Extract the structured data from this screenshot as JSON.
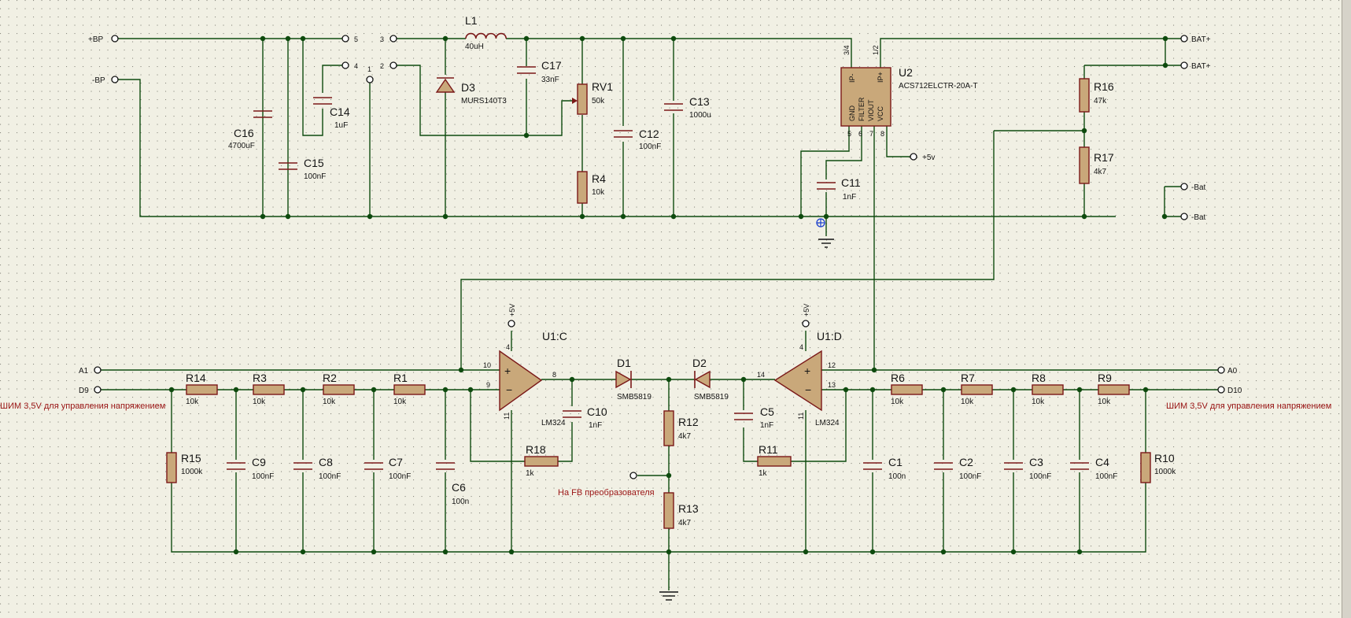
{
  "schematic": {
    "terminals": {
      "plus_bp": "+BP",
      "minus_bp": "-BP",
      "t5": "5",
      "t4": "4",
      "t3": "3",
      "t2": "2",
      "t1": "1",
      "bat_plus_1": "BAT+",
      "bat_plus_2": "BAT+",
      "bat_minus_1": "-Bat",
      "bat_minus_2": "-Bat",
      "a1": "A1",
      "d9": "D9",
      "a0": "A0",
      "d10": "D10",
      "plus5v_u2": "+5v",
      "plus5v_op1": "+5V",
      "plus5v_op2": "+5V"
    },
    "components": {
      "L1": {
        "ref": "L1",
        "value": "40uH"
      },
      "D3": {
        "ref": "D3",
        "value": "MURS140T3"
      },
      "C17": {
        "ref": "C17",
        "value": "33nF"
      },
      "RV1": {
        "ref": "RV1",
        "value": "50k"
      },
      "R4": {
        "ref": "R4",
        "value": "10k"
      },
      "C12": {
        "ref": "C12",
        "value": "100nF"
      },
      "C13": {
        "ref": "C13",
        "value": "1000u"
      },
      "C16": {
        "ref": "C16",
        "value": "4700uF"
      },
      "C15": {
        "ref": "C15",
        "value": "100nF"
      },
      "C14": {
        "ref": "C14",
        "value": "1uF"
      },
      "U2": {
        "ref": "U2",
        "value": "ACS712ELCTR-20A-T"
      },
      "C11": {
        "ref": "C11",
        "value": "1nF"
      },
      "R16": {
        "ref": "R16",
        "value": "47k"
      },
      "R17": {
        "ref": "R17",
        "value": "4k7"
      },
      "U1C": {
        "ref": "U1:C",
        "value": "LM324"
      },
      "U1D": {
        "ref": "U1:D",
        "value": "LM324"
      },
      "D1": {
        "ref": "D1",
        "value": "SMB5819"
      },
      "D2": {
        "ref": "D2",
        "value": "SMB5819"
      },
      "C10": {
        "ref": "C10",
        "value": "1nF"
      },
      "C5": {
        "ref": "C5",
        "value": "1nF"
      },
      "R18": {
        "ref": "R18",
        "value": "1k"
      },
      "R11": {
        "ref": "R11",
        "value": "1k"
      },
      "R12": {
        "ref": "R12",
        "value": "4k7"
      },
      "R13": {
        "ref": "R13",
        "value": "4k7"
      },
      "R14": {
        "ref": "R14",
        "value": "10k"
      },
      "R3": {
        "ref": "R3",
        "value": "10k"
      },
      "R2": {
        "ref": "R2",
        "value": "10k"
      },
      "R1": {
        "ref": "R1",
        "value": "10k"
      },
      "R15": {
        "ref": "R15",
        "value": "1000k"
      },
      "C9": {
        "ref": "C9",
        "value": "100nF"
      },
      "C8": {
        "ref": "C8",
        "value": "100nF"
      },
      "C7": {
        "ref": "C7",
        "value": "100nF"
      },
      "C6": {
        "ref": "C6",
        "value": "100n"
      },
      "R6": {
        "ref": "R6",
        "value": "10k"
      },
      "R7": {
        "ref": "R7",
        "value": "10k"
      },
      "R8": {
        "ref": "R8",
        "value": "10k"
      },
      "R9": {
        "ref": "R9",
        "value": "10k"
      },
      "R10": {
        "ref": "R10",
        "value": "1000k"
      },
      "C1": {
        "ref": "C1",
        "value": "100n"
      },
      "C2": {
        "ref": "C2",
        "value": "100nF"
      },
      "C3": {
        "ref": "C3",
        "value": "100nF"
      },
      "C4": {
        "ref": "C4",
        "value": "100nF"
      }
    },
    "u2_pins": {
      "ip_minus_1": "IP-",
      "ip_plus": "IP+",
      "gnd": "GND",
      "filter": "FILTER",
      "viout": "VIOUT",
      "vcc": "VCC",
      "p34": "3/4",
      "p12": "1/2",
      "p5": "5",
      "p6": "6",
      "p7": "7",
      "p8": "8"
    },
    "op_pins": {
      "c4": "4",
      "c10": "10",
      "c9": "9",
      "c8": "8",
      "c11": "11",
      "d4": "4",
      "d12": "12",
      "d13": "13",
      "d14": "14",
      "d11": "11"
    },
    "notes": {
      "left_pwm": "ШИМ 3,5V для управления напряжением",
      "right_pwm": "ШИМ 3,5V для управления напряжением",
      "fb": "На FB преобразователя"
    },
    "colors": {
      "wire": "#0e4a0e",
      "component": "#7a1818",
      "fill": "#c9a87a",
      "background": "#f1f0e4",
      "note": "#9a1414"
    }
  }
}
